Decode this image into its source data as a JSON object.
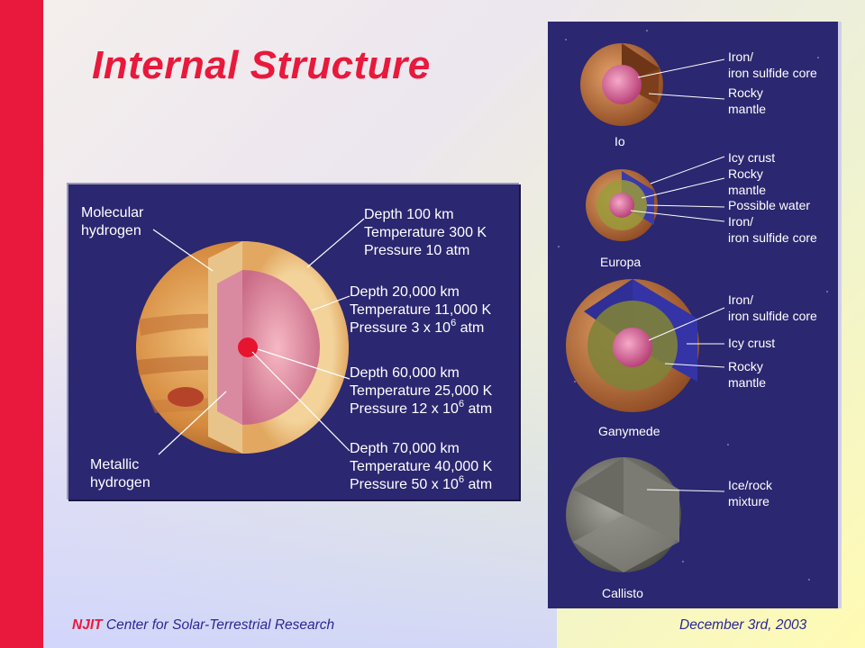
{
  "slide": {
    "title": "Internal Structure",
    "footer_left_brand": "NJIT",
    "footer_left_text": " Center for Solar-Terrestrial Research",
    "footer_right": "December 3rd, 2003"
  },
  "jupiter": {
    "label_molecular_1": "Molecular",
    "label_molecular_2": "hydrogen",
    "label_metallic_1": "Metallic",
    "label_metallic_2": "hydrogen",
    "layers": [
      {
        "depth": "Depth 100 km",
        "temp": "Temperature 300 K",
        "pressure": "Pressure 10 atm"
      },
      {
        "depth": "Depth 20,000 km",
        "temp": "Temperature 11,000 K",
        "pressure": "Pressure 3 x 10",
        "exp": "6",
        "unit": " atm"
      },
      {
        "depth": "Depth 60,000 km",
        "temp": "Temperature 25,000 K",
        "pressure": "Pressure 12 x 10",
        "exp": "6",
        "unit": " atm"
      },
      {
        "depth": "Depth 70,000 km",
        "temp": "Temperature 40,000 K",
        "pressure": "Pressure 50 x 10",
        "exp": "6",
        "unit": " atm"
      }
    ]
  },
  "moons": {
    "io": {
      "name": "Io",
      "labels": [
        "Iron/",
        "iron sulfide core",
        "Rocky",
        "mantle"
      ]
    },
    "europa": {
      "name": "Europa",
      "labels": [
        "Icy crust",
        "Rocky",
        "mantle",
        "Possible water",
        "Iron/",
        "iron sulfide core"
      ]
    },
    "ganymede": {
      "name": "Ganymede",
      "labels": [
        "Iron/",
        "iron sulfide core",
        "Icy crust",
        "Rocky",
        "mantle"
      ]
    },
    "callisto": {
      "name": "Callisto",
      "labels": [
        "Ice/rock",
        "mixture"
      ]
    }
  },
  "colors": {
    "accent_red": "#e8193c",
    "panel_navy": "#2b2770",
    "footer_blue": "#2b2796"
  }
}
